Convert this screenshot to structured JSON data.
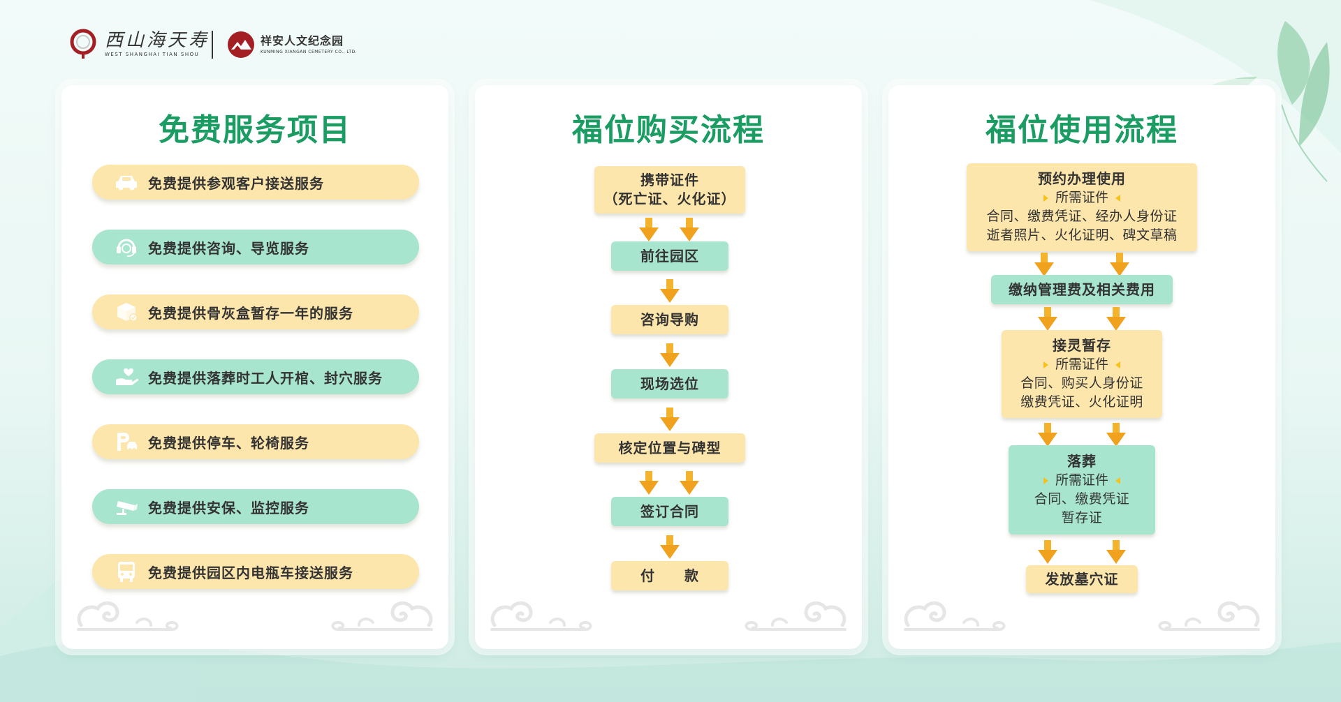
{
  "header": {
    "logo_a_cn": "西山海天寿",
    "logo_a_en": "WEST SHANGHAI TIAN SHOU",
    "logo_b_cn": "祥安人文纪念园",
    "logo_b_en": "KUNMING XIANGAN CEMETERY CO., LTD."
  },
  "services": {
    "title": "免费服务项目",
    "items": [
      {
        "label": "免费提供参观客户接送服务",
        "icon": "car-icon"
      },
      {
        "label": "免费提供咨询、导览服务",
        "icon": "headset-icon"
      },
      {
        "label": "免费提供骨灰盒暂存一年的服务",
        "icon": "box-icon"
      },
      {
        "label": "免费提供落葬时工人开棺、封穴服务",
        "icon": "hand-heart-icon"
      },
      {
        "label": "免费提供停车、轮椅服务",
        "icon": "parking-icon"
      },
      {
        "label": "免费提供安保、监控服务",
        "icon": "camera-icon"
      },
      {
        "label": "免费提供园区内电瓶车接送服务",
        "icon": "bus-icon"
      }
    ]
  },
  "purchase": {
    "title": "福位购买流程",
    "step1_line1": "携带证件",
    "step1_line2": "（死亡证、火化证）",
    "step2": "前往园区",
    "step3": "咨询导购",
    "step4": "现场选位",
    "step5": "核定位置与碑型",
    "step6": "签订合同",
    "step7": "付　　款"
  },
  "usage": {
    "title": "福位使用流程",
    "s1_title": "预约办理使用",
    "s1_req": "所需证件",
    "s1_line1": "合同、缴费凭证、经办人身份证",
    "s1_line2": "逝者照片、火化证明、碑文草稿",
    "s2_title": "缴纳管理费及相关费用",
    "s3_title": "接灵暂存",
    "s3_req": "所需证件",
    "s3_line1": "合同、购买人身份证",
    "s3_line2": "缴费凭证、火化证明",
    "s4_title": "落葬",
    "s4_req": "所需证件",
    "s4_line1": "合同、缴费凭证",
    "s4_line2": "暂存证",
    "s5_title": "发放墓穴证"
  },
  "colors": {
    "title_green": "#1a9c63",
    "pill_yellow": "#fde6ac",
    "pill_green": "#a7e5cf",
    "arrow_orange": "#f0a11e"
  }
}
